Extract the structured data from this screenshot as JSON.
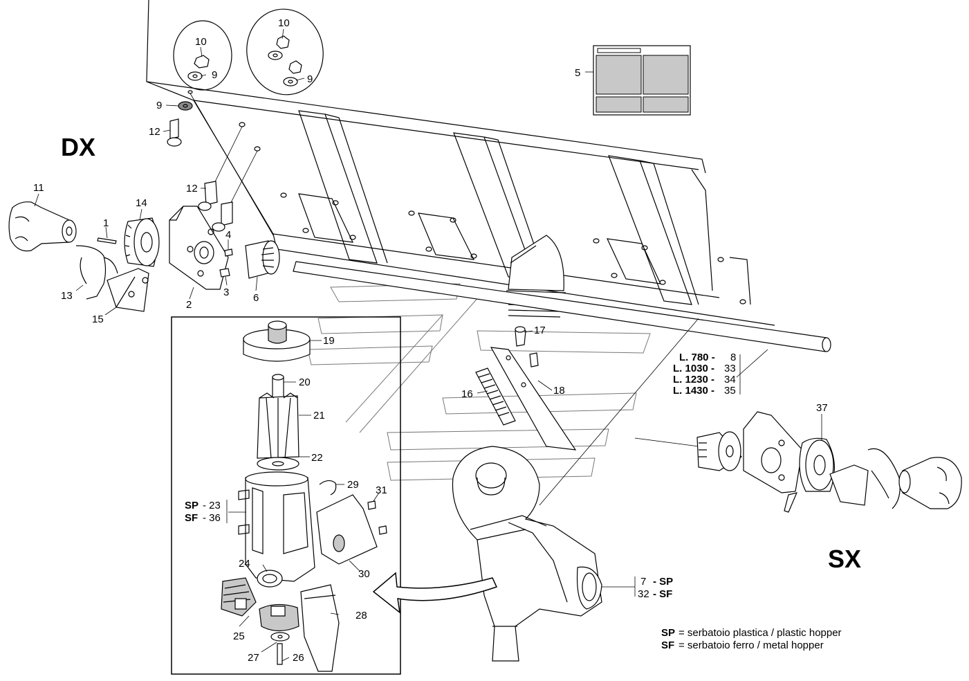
{
  "side_labels": {
    "right": "DX",
    "left": "SX"
  },
  "callouts": {
    "c1": "1",
    "c2": "2",
    "c3": "3",
    "c4": "4",
    "c5": "5",
    "c6": "6",
    "c9a": "9",
    "c9b": "9",
    "c9c": "9",
    "c10a": "10",
    "c10b": "10",
    "c11": "11",
    "c12a": "12",
    "c12b": "12",
    "c13": "13",
    "c14": "14",
    "c15": "15",
    "c16": "16",
    "c17": "17",
    "c18": "18",
    "c19": "19",
    "c20": "20",
    "c21": "21",
    "c22": "22",
    "c24": "24",
    "c25": "25",
    "c26": "26",
    "c27": "27",
    "c28": "28",
    "c29": "29",
    "c30": "30",
    "c31": "31",
    "c37": "37"
  },
  "variant_23_36": {
    "sp_code": "SP",
    "sp_num": "- 23",
    "sf_code": "SF",
    "sf_num": "- 36"
  },
  "variant_7_32": {
    "num_a": "7",
    "code_a": "- SP",
    "num_b": "32",
    "code_b": "- SF"
  },
  "shaft_lengths": [
    {
      "length": "L. 780 -",
      "part": "8"
    },
    {
      "length": "L. 1030 -",
      "part": "33"
    },
    {
      "length": "L. 1230 -",
      "part": "34"
    },
    {
      "length": "L. 1430 -",
      "part": "35"
    }
  ],
  "legend": [
    {
      "code": "SP",
      "text": "= serbatoio plastica / plastic hopper"
    },
    {
      "code": "SF",
      "text": "= serbatoio ferro / metal hopper"
    }
  ]
}
